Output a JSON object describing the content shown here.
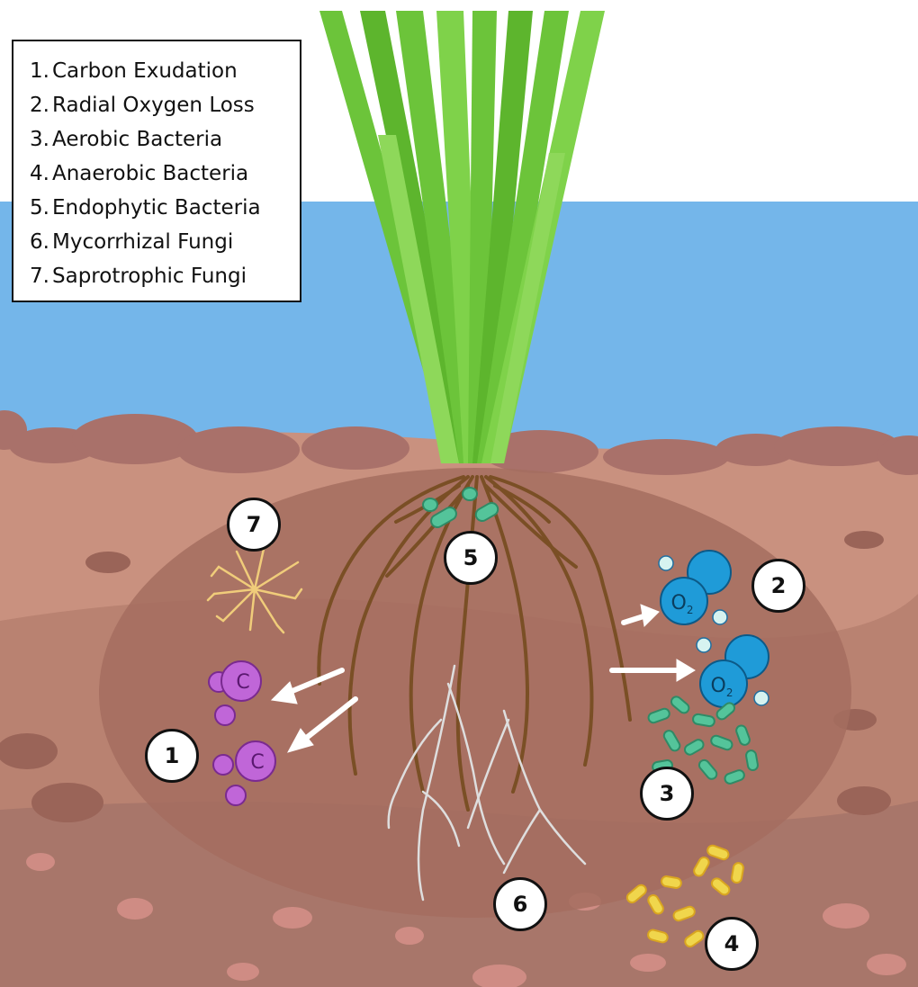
{
  "legend": {
    "items": [
      {
        "num": "1.",
        "label": "Carbon Exudation"
      },
      {
        "num": "2.",
        "label": "Radial Oxygen Loss"
      },
      {
        "num": "3.",
        "label": "Aerobic Bacteria"
      },
      {
        "num": "4.",
        "label": "Anaerobic Bacteria"
      },
      {
        "num": "5.",
        "label": "Endophytic Bacteria"
      },
      {
        "num": "6.",
        "label": "Mycorrhizal Fungi"
      },
      {
        "num": "7.",
        "label": "Saprotrophic Fungi"
      }
    ]
  },
  "markers": {
    "m1": "1",
    "m2": "2",
    "m3": "3",
    "m4": "4",
    "m5": "5",
    "m6": "6",
    "m7": "7"
  },
  "symbols": {
    "carbon": "C",
    "oxygen": "O",
    "oxygen_sub": "2"
  },
  "colors": {
    "water": "#74b6ea",
    "soil_top": "#c9917f",
    "soil_mid": "#b98271",
    "soil_deep": "#9f6a5c",
    "rhizosphere": "#a46d5f",
    "plant": "#6cc43a",
    "root": "#7a4f25",
    "carbon": "#c066d8",
    "oxygen": "#1f9bd8",
    "aerobic": "#54c49a",
    "anaerobic": "#f0d64c",
    "fungi_sapro": "#f0cc7a",
    "fungi_myco": "#dedede"
  },
  "icons": [
    "carbon-molecule-icon",
    "oxygen-molecule-icon",
    "arrow-icon",
    "bacteria-icon",
    "fungi-icon",
    "root-icon",
    "grass-icon"
  ]
}
